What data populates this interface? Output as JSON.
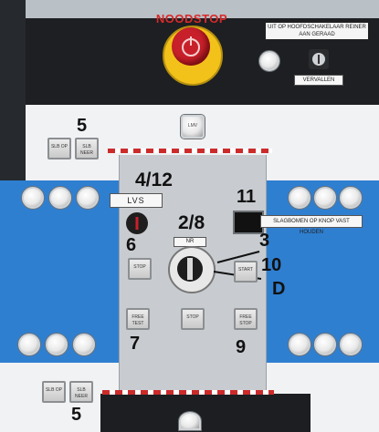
{
  "estop_label": "NOODSTOP",
  "top_sign_text": "UIT OP HOOFDSCHAKELAAR REINER AAN GERAAD",
  "start_key_label": "START",
  "verhalen_label": "VERVALLEN",
  "lvs_tag": "LVS",
  "slagbomen_tag": "SLAGBOMEN OP KNOP VAST HOUDEN",
  "selector_label": "NR",
  "labels": {
    "n5_top": "5",
    "n412": "4/12",
    "n11": "11",
    "n28": "2/8",
    "n6": "6",
    "n3": "3",
    "n10": "10",
    "nD": "D",
    "n7": "7",
    "n9": "9",
    "n5_bottom": "5"
  },
  "buttons": {
    "top_left_a": "SLB OP",
    "top_left_b": "SLB NEER",
    "start": "START",
    "left_mid": "STOP",
    "right_mid": "START",
    "bl": "FREE TEST",
    "bm": "STOP",
    "br": "FREE STOP",
    "bottom_left_a": "SLB OP",
    "bottom_left_b": "SLB NEER",
    "lamp_top": "LMV"
  }
}
